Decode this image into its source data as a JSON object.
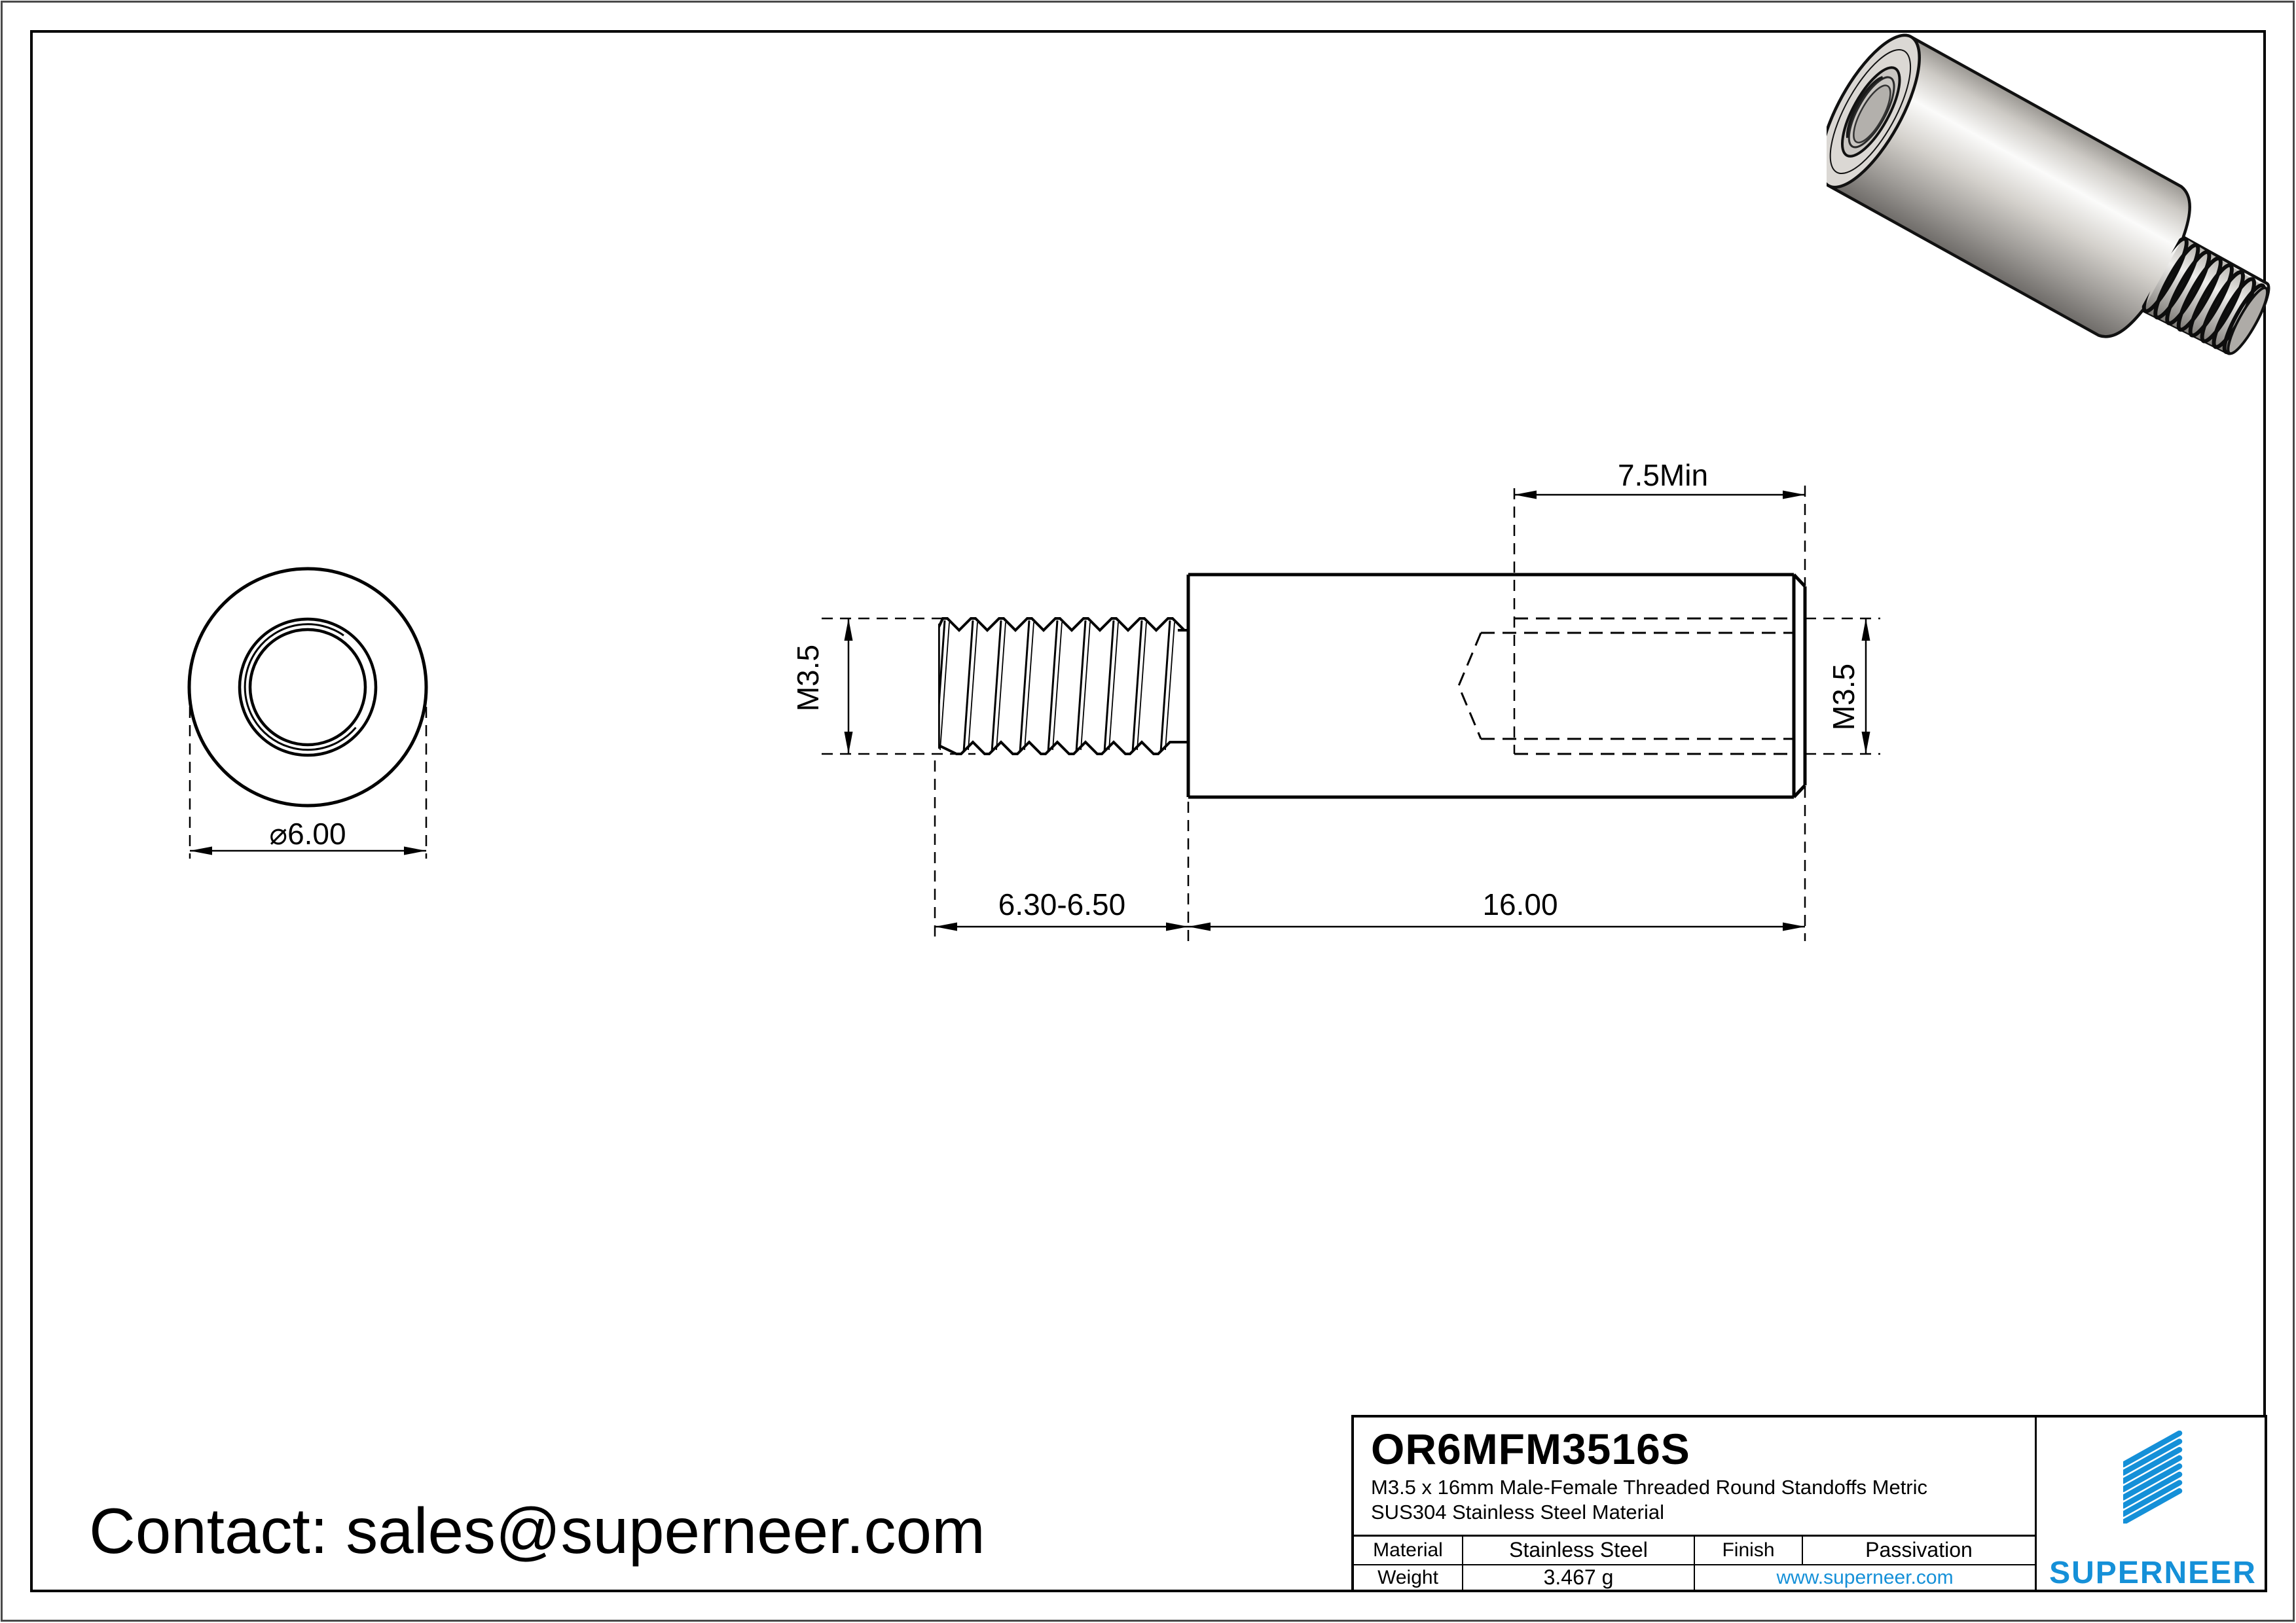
{
  "contact": {
    "text": "Contact: sales@superneer.com"
  },
  "brand": {
    "name": "SUPERNEER",
    "website": "www.superneer.com",
    "accent_color": "#1590d8"
  },
  "icons": {
    "brand_logo": "diagonal-stripes-logo"
  },
  "title_block": {
    "part_number": "OR6MFM3516S",
    "description_line1": "M3.5 x 16mm Male-Female Threaded Round Standoffs Metric",
    "description_line2": "SUS304 Stainless Steel Material",
    "material_label": "Material",
    "material_value": "Stainless Steel",
    "finish_label": "Finish",
    "finish_value": "Passivation",
    "weight_label": "Weight",
    "weight_value": "3.467 g"
  },
  "drawing": {
    "front_view": {
      "diameter_label": "⌀6.00"
    },
    "side_view": {
      "male_thread_label": "M3.5",
      "female_thread_label": "M3.5",
      "stud_length_label": "6.30-6.50",
      "body_length_label": "16.00",
      "thread_depth_label": "7.5Min"
    }
  }
}
